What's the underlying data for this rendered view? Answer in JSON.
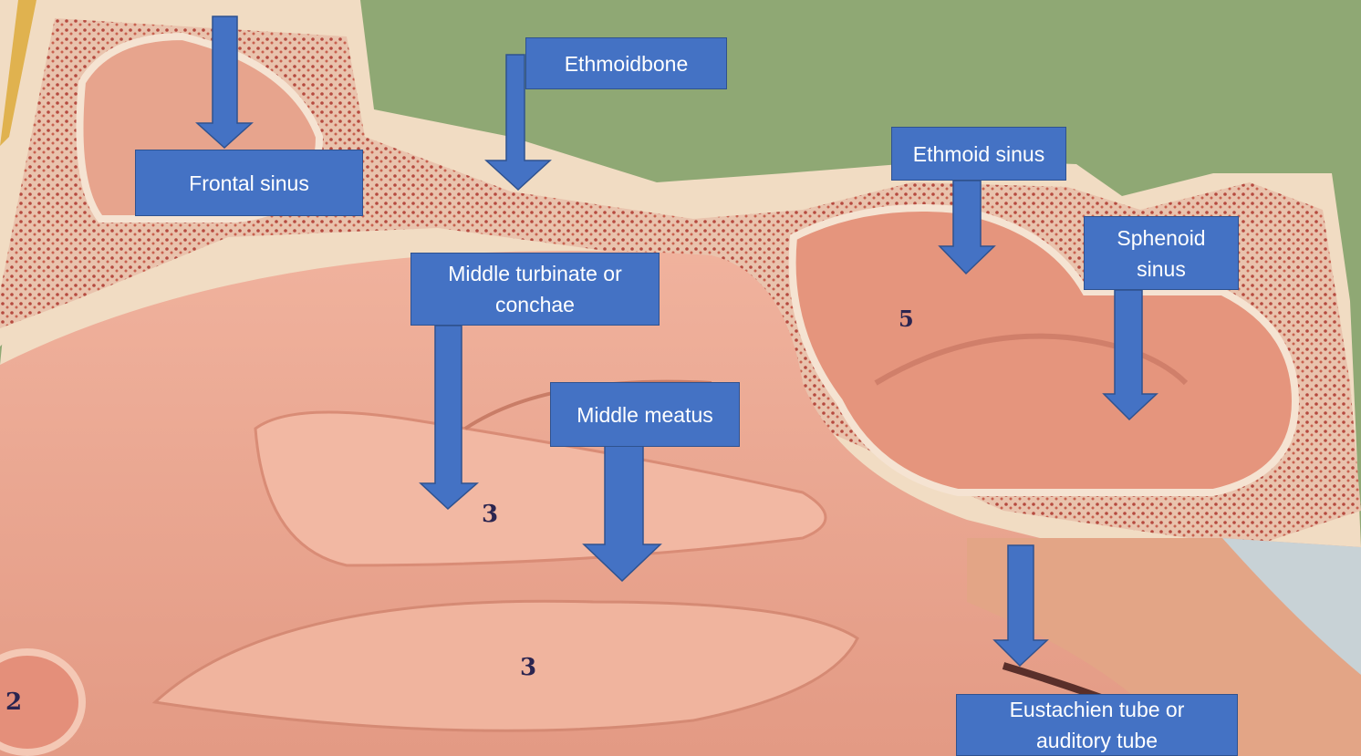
{
  "labels": {
    "frontal_sinus": "Frontal sinus",
    "ethmoidbone": "Ethmoidbone",
    "ethmoid_sinus": "Ethmoid sinus",
    "sphenoid_sinus": "Sphenoid\nsinus",
    "middle_turbinate": "Middle turbinate or\nconchae",
    "middle_meatus": "Middle meatus",
    "eustachian_tube": "Eustachien tube or\nauditory tube"
  },
  "model_numbers": [
    "3",
    "3",
    "5",
    "2"
  ],
  "colors": {
    "background": "#8fa874",
    "label_fill": "#4472c4",
    "label_border": "#2f528f",
    "label_text": "#ffffff",
    "model_flesh": "#e9a590",
    "bone_rim": "#f1dcc3",
    "bone_red": "#c0584a"
  }
}
